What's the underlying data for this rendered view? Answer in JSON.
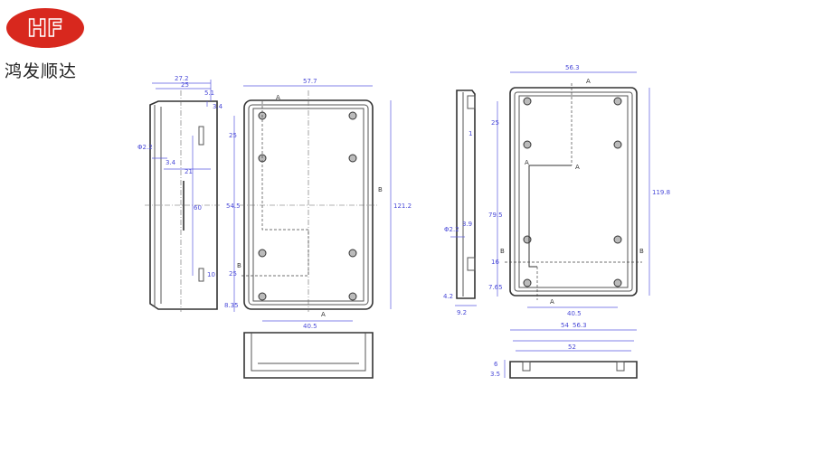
{
  "logo": {
    "text": "HF",
    "color": "#d8281e"
  },
  "brand_name": "鸿发顺达",
  "views": {
    "side_left": {
      "d_total": "27.2",
      "d_inner": "25",
      "d_top": "5.1",
      "d_step": "3.4",
      "d_hole": "Φ2.2",
      "d_hole2": "3.4",
      "d_mid": "21",
      "d_long": "60",
      "d_slot": "10"
    },
    "front": {
      "d_width": "57.7",
      "d_top_gap": "25",
      "d_mid": "54.5",
      "d_lower": "25",
      "d_bottom": "8.35",
      "d_holes": "40.5",
      "d_height": "121.2",
      "sec_a": "A",
      "sec_b": "B"
    },
    "side_right": {
      "d_hole": "Φ2.2",
      "d_step": "3.9",
      "d_small": "1",
      "d_lip": "4.2",
      "d_depth": "9.2"
    },
    "back": {
      "d_width": "56.3",
      "d_top_gap": "25",
      "d_mid": "79.5",
      "d_lower": "16",
      "d_bottom": "7.65",
      "d_holes": "40.5",
      "d_height": "119.8",
      "sec_a": "A",
      "sec_b": "B"
    },
    "bottom_right": {
      "d_outer": "56.3",
      "d_mid": "54",
      "d_inner": "52",
      "d_h1": "6",
      "d_h2": "3.5"
    }
  }
}
